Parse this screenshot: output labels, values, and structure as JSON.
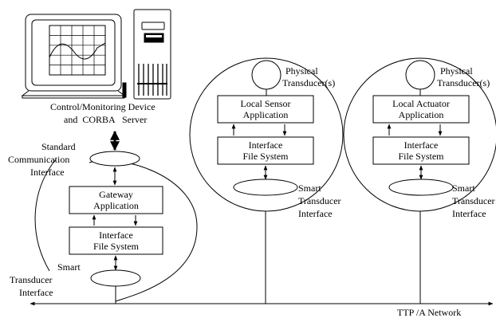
{
  "control_device": {
    "caption_line1": "Control/Monitoring Device",
    "caption_line2": "and  CORBA   Server"
  },
  "gateway": {
    "std_comm_line1": "Standard",
    "std_comm_line2": "Communication",
    "std_comm_line3": "Interface",
    "app_line1": "Gateway",
    "app_line2": "Application",
    "ifs_line1": "Interface",
    "ifs_line2": "File System",
    "sti_line1": "Smart",
    "sti_line2": "Transducer",
    "sti_line3": "Interface"
  },
  "sensor_node": {
    "phys_line1": "Physical",
    "phys_line2": "Transducer(s)",
    "app_line1": "Local Sensor",
    "app_line2": "Application",
    "ifs_line1": "Interface",
    "ifs_line2": "File System",
    "sti_line1": "Smart",
    "sti_line2": "Transducer",
    "sti_line3": "Interface"
  },
  "actuator_node": {
    "phys_line1": "Physical",
    "phys_line2": "Transducer(s)",
    "app_line1": "Local Actuator",
    "app_line2": "Application",
    "ifs_line1": "Interface",
    "ifs_line2": "File System",
    "sti_line1": "Smart",
    "sti_line2": "Transducer",
    "sti_line3": "Interface"
  },
  "network": {
    "label": "TTP /A Network"
  }
}
